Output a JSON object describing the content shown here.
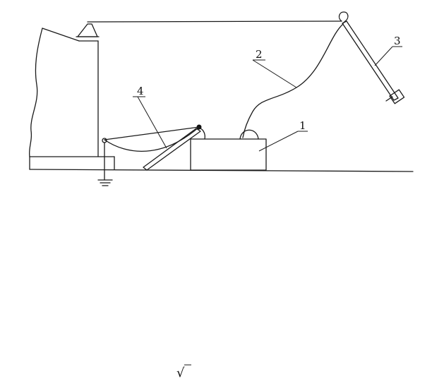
{
  "labels": {
    "l1": "1",
    "l2": "2",
    "l3": "3",
    "l4": "4"
  },
  "footer_symbol": "√",
  "colors": {
    "stroke": "#1a1a1a",
    "background": "#ffffff"
  },
  "icons": {
    "ground": "ground-symbol-icon",
    "hook": "hook-icon"
  }
}
